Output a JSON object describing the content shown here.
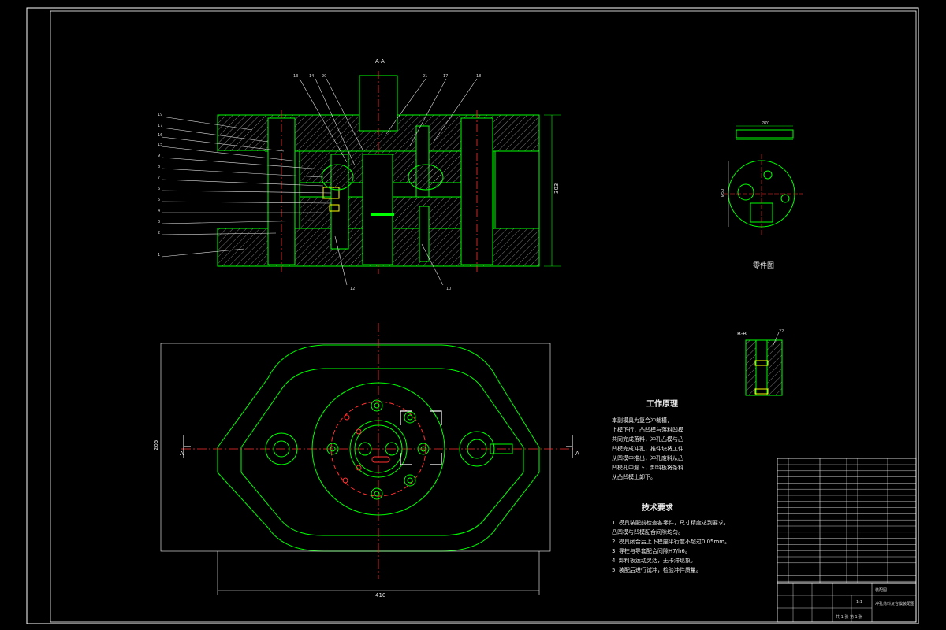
{
  "drawing": {
    "section_label": "A-A",
    "parts_view_caption": "零件图",
    "section_bb_label": "B-B",
    "part_ref_section": "22",
    "dims": {
      "overall_height": "303",
      "overall_width": "410",
      "side_height": "205",
      "part_top_width": "Ø70",
      "part_left_height": "Ø50"
    }
  },
  "callouts": {
    "top": [
      "13",
      "14",
      "20",
      "21",
      "17",
      "18"
    ],
    "left": [
      "19",
      "17",
      "16",
      "15",
      "9",
      "8",
      "7",
      "6",
      "5",
      "4",
      "3",
      "2",
      "1"
    ],
    "bottom": [
      "12",
      "10"
    ]
  },
  "section_marks": [
    "A",
    "A"
  ],
  "notes": {
    "work_title": "工作原理",
    "work_text": [
      "本副模具为复合冲裁模，",
      "上模下行，凸凹模与落料凹模",
      "共同完成落料，冲孔凸模与凸",
      "凹模完成冲孔，推件块将工件",
      "从凹模中推出，冲孔废料从凸",
      "凹模孔中漏下，卸料板将条料",
      "从凸凹模上卸下。"
    ],
    "tech_title": "技术要求",
    "tech_items": [
      "1. 模具装配前检查各零件，尺寸精度达到要求，",
      "   凸凹模与凹模配合间隙均匀。",
      "2. 模具闭合后上下模座平行度不超过0.05mm。",
      "3. 导柱与导套配合间隙H7/h6。",
      "4. 卸料板运动灵活，无卡滞现象。",
      "5. 装配后进行试冲，检验冲件质量。"
    ]
  },
  "title_block": {
    "drawing_title": "冲孔落料复合模装配图",
    "scale": "1:1",
    "sheet": "共 1 张 第 1 张",
    "mark": "装配图"
  }
}
